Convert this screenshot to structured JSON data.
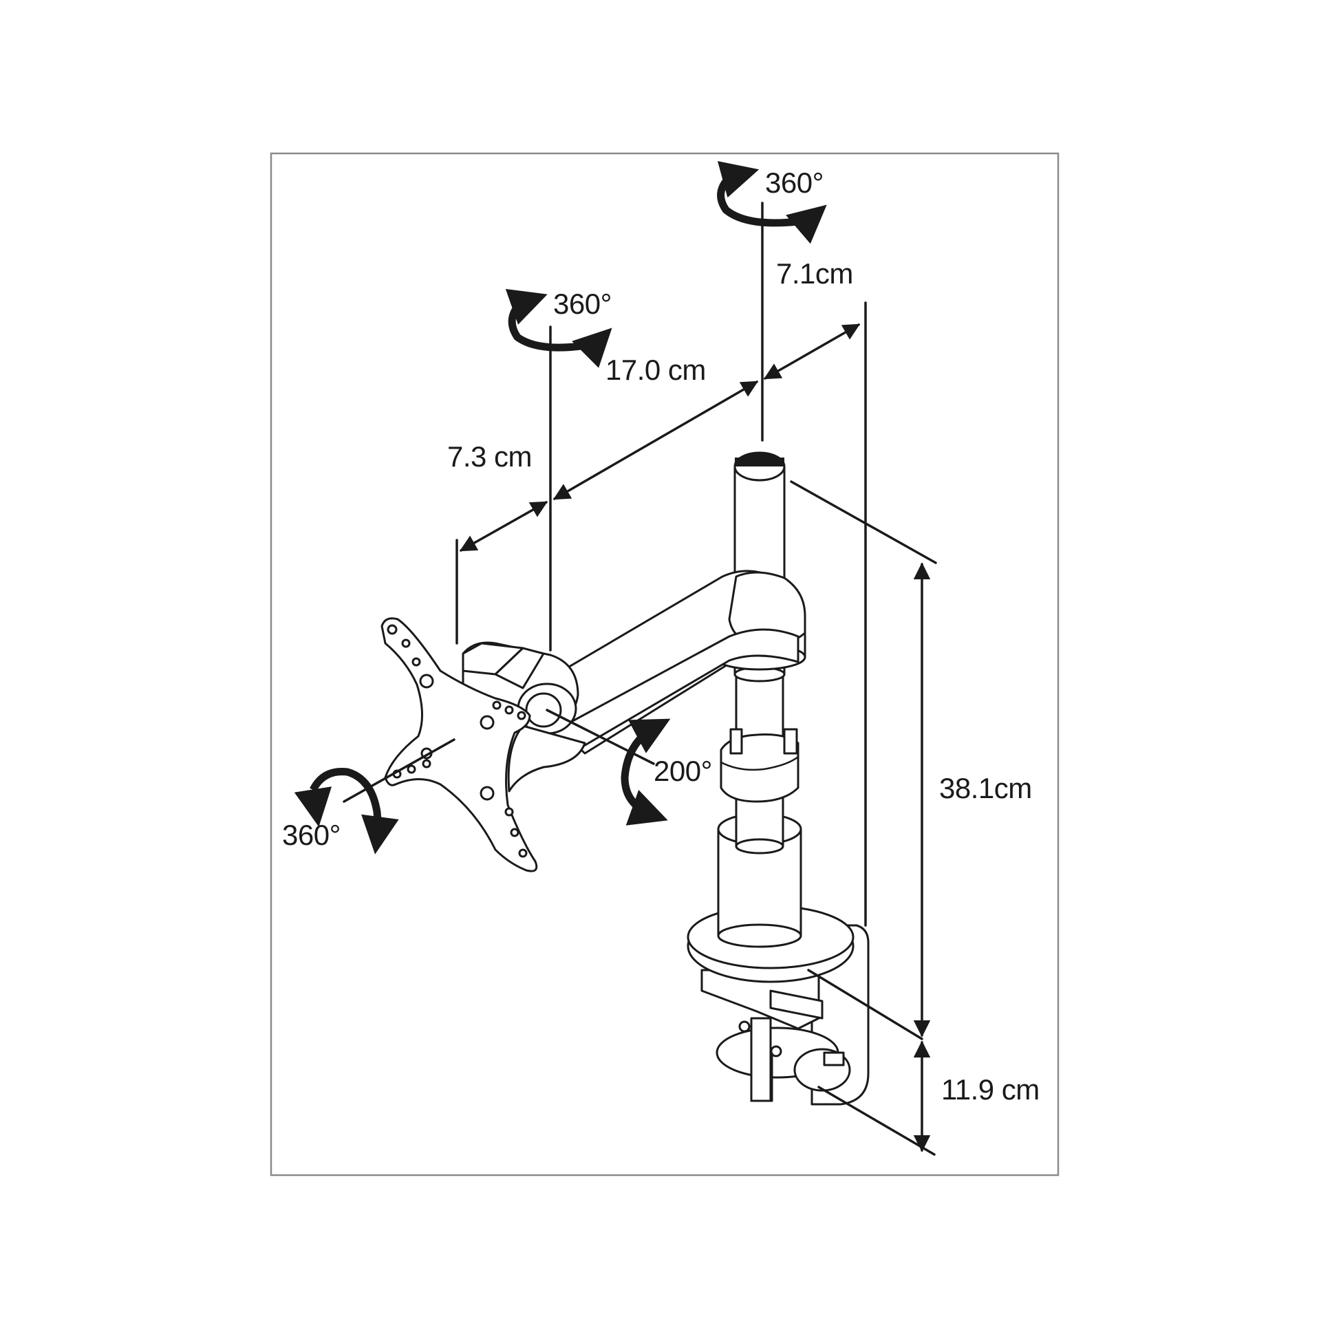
{
  "labels": {
    "rot_top": "360°",
    "rot_mid": "360°",
    "rot_plate": "360°",
    "tilt": "200°",
    "dim_71": "7.1cm",
    "dim_170": "17.0 cm",
    "dim_73": "7.3 cm",
    "dim_381": "38.1cm",
    "dim_119": "11.9 cm"
  },
  "colors": {
    "line": "#1a1a1a",
    "frame": "#8a8a8a",
    "background": "#ffffff"
  }
}
